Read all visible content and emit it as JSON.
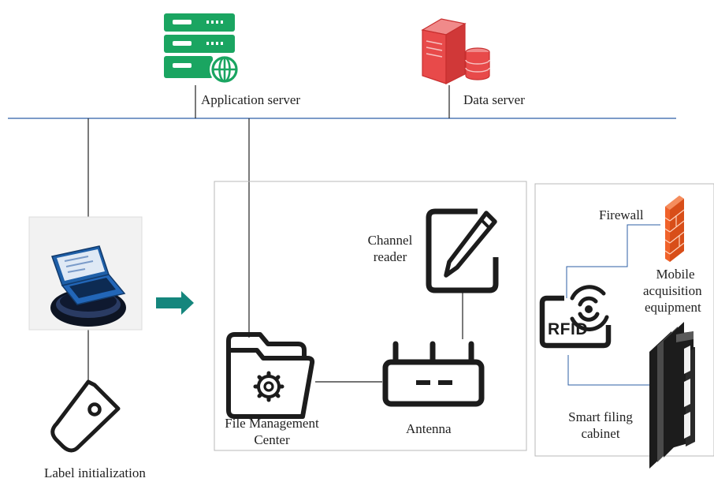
{
  "labels": {
    "application_server": "Application server",
    "data_server": "Data server",
    "firewall": "Firewall",
    "channel_reader_1": "Channel",
    "channel_reader_2": "reader",
    "mobile_1": "Mobile",
    "mobile_2": "acquisition",
    "mobile_3": "equipment",
    "file_center_1": "File Management",
    "file_center_2": "Center",
    "antenna": "Antenna",
    "smart_cabinet_1": "Smart filing",
    "smart_cabinet_2": "cabinet",
    "label_init": "Label initialization",
    "rfid": "RFID"
  },
  "icons": {
    "application_server": "server-globe-icon",
    "data_server": "database-server-icon",
    "laptop": "laptop-icon",
    "arrow": "arrow-right-icon",
    "tag": "tag-icon",
    "folder": "folder-gear-icon",
    "router": "antenna-router-icon",
    "reader": "tablet-pen-icon",
    "firewall": "firewall-icon",
    "rfid": "rfid-icon",
    "cabinet": "filing-cabinet-icon"
  },
  "colors": {
    "network_line": "#2d5fa6",
    "connector": "#222222",
    "app_server": "#1aa561",
    "data_server": "#e84a4a",
    "arrow": "#15867d",
    "firewall": "#f0622a",
    "box_border": "#b9b9b9",
    "icon_dark": "#1c1c1c"
  }
}
